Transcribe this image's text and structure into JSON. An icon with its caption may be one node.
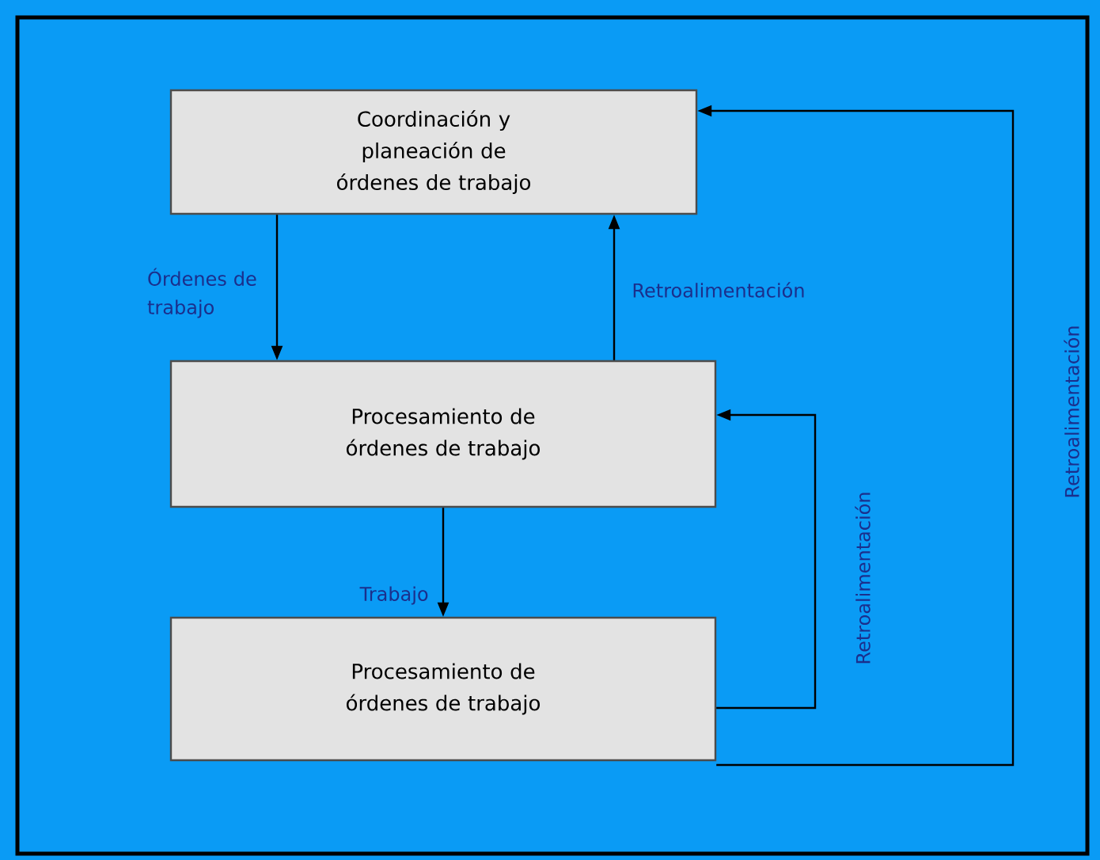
{
  "diagram": {
    "nodes": [
      {
        "text": [
          "Coordinación y planeación de órdenes de trabajo"
        ]
      },
      {
        "text": [
          "Procesamiento de órdenes de trabajo"
        ]
      },
      {
        "text": [
          "Procesamiento de órdenes de trabajo"
        ]
      }
    ],
    "edges": [
      {
        "from": 0,
        "to": 1,
        "arrow": "to",
        "label": "Órdenes de trabajo"
      },
      {
        "from": 1,
        "to": 0,
        "arrow": "to",
        "label": "Retroalimentación"
      },
      {
        "from": 1,
        "to": 2,
        "arrow": "to",
        "label": "Trabajo"
      },
      {
        "from": 2,
        "to": 1,
        "arrow": "to",
        "label": "Retroalimentación"
      },
      {
        "from": 2,
        "to": 0,
        "arrow": "to",
        "label": "Retroalimentación"
      }
    ]
  }
}
